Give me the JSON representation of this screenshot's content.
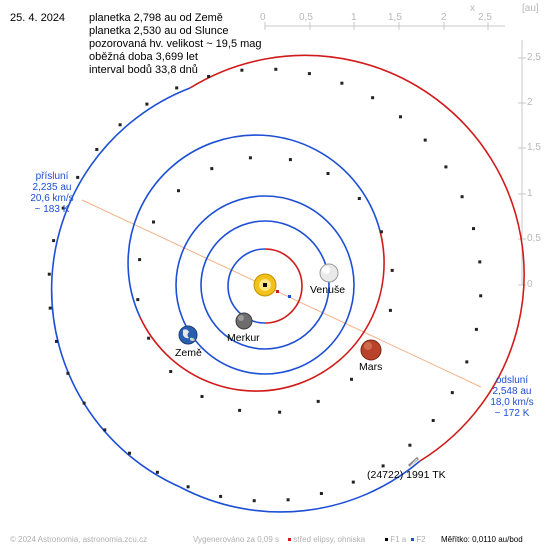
{
  "header": {
    "date": "25. 4. 2024",
    "lines": [
      "planetka 2,798 au od Země",
      "planetka 2,530 au od Slunce",
      "pozorovaná hv. velikost ~ 19,5 mag",
      "oběžná doba 3,699 let",
      "interval bodů 33,8 dnů"
    ]
  },
  "axes": {
    "x_label": "x",
    "unit_label": "[au]",
    "x_ticks": [
      "0",
      "0,5",
      "1",
      "1,5",
      "2",
      "2,5"
    ],
    "y_ticks": [
      "2,5",
      "2",
      "1,5",
      "1",
      "0,5",
      "0"
    ]
  },
  "perihelion": {
    "title": "přísluní",
    "distance": "2,235 au",
    "speed": "20,6 km/s",
    "temperature": "~ 183 K"
  },
  "aphelion": {
    "title": "odsluní",
    "distance": "2,548 au",
    "speed": "18,0 km/s",
    "temperature": "~ 172 K"
  },
  "bodies": {
    "venus": "Venuše",
    "earth": "Země",
    "mercury": "Merkur",
    "mars": "Mars",
    "asteroid": "(24722) 1991 TK"
  },
  "footer": {
    "copyright": "© 2024 Astronomia, astronomia.zcu.cz",
    "generated": "Vygenerováno za 0,09 s",
    "legend_center": "střed elipsy, ohniska",
    "legend_f1": "F1 a",
    "legend_f2": "F2",
    "scale": "Měřítko: 0,0110 au/bod"
  },
  "colors": {
    "orbit_blue": "#1d4fd6",
    "orbit_red": "#d11a1a",
    "apsides_line": "#f2b28a",
    "axis": "#c8c8c8",
    "sun": "#f2c21a"
  },
  "icons": [
    "sun-icon",
    "venus-icon",
    "earth-icon",
    "mercury-icon",
    "mars-icon",
    "asteroid-icon"
  ]
}
